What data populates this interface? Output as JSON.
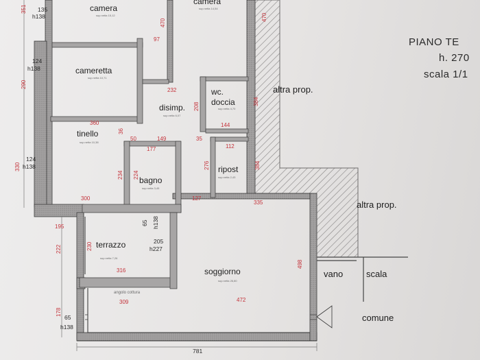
{
  "header": {
    "title": "PIANO TE",
    "height": "h. 270",
    "scale": "scala 1/1"
  },
  "rooms": {
    "camera_left": {
      "name": "camera",
      "note": "sup.netta 15,12"
    },
    "camera_right": {
      "name": "camera",
      "note": "sup.netta 14,54"
    },
    "cameretta": {
      "name": "cameretta",
      "note": "sup.netta 10,71"
    },
    "disimp": {
      "name": "disimp.",
      "note": "sup.netta 6,07"
    },
    "wc": {
      "name": "wc.",
      "name2": "doccia",
      "note": "sup.netta 4,70"
    },
    "tinello": {
      "name": "tinello",
      "note": "sup.netta 10,38"
    },
    "bagno": {
      "name": "bagno",
      "note": "sup.netta 3,45"
    },
    "ripost": {
      "name": "ripost",
      "note": "sup.netta 2,43"
    },
    "terrazzo": {
      "name": "terrazzo",
      "note": "sup.netta 7,26"
    },
    "soggiorno": {
      "name": "soggiorno",
      "note": "sup.netta 26,80"
    },
    "angolo": {
      "note": "angolo cottura"
    }
  },
  "neighbours": {
    "altra_prop_1": "altra prop.",
    "altra_prop_2": "altra prop.",
    "vano": "vano",
    "scala": "scala",
    "comune": "comune"
  },
  "dimensions": {
    "d135": "135",
    "h138a": "h138",
    "d124a": "124",
    "h138b": "h138",
    "d124b": "124",
    "h138c": "h138",
    "d65a": "65",
    "h138d": "h138",
    "d65b": "65",
    "h138e": "h138",
    "d205": "205",
    "h227": "h227",
    "d351": "351",
    "d290": "290",
    "d330": "330",
    "d222": "222",
    "d178": "178",
    "d195": "195",
    "d300": "300",
    "d360": "360",
    "d36": "36",
    "d50": "50",
    "d149": "149",
    "d177": "177",
    "d234": "234",
    "d224": "224",
    "d232": "232",
    "d208": "208",
    "d384": "384",
    "d144": "144",
    "d35": "35",
    "d112": "112",
    "d276": "276",
    "d384b": "384",
    "d127": "127",
    "d335": "335",
    "d230": "230",
    "d316": "316",
    "d309": "309",
    "d472": "472",
    "d498": "498",
    "d97": "97",
    "d470": "470",
    "d470b": "470",
    "d781": "781"
  },
  "colors": {
    "wall": "#9a9898",
    "line": "#3a3a3a",
    "dimension": "#c4323a",
    "hatch": "#8c8a8a"
  }
}
